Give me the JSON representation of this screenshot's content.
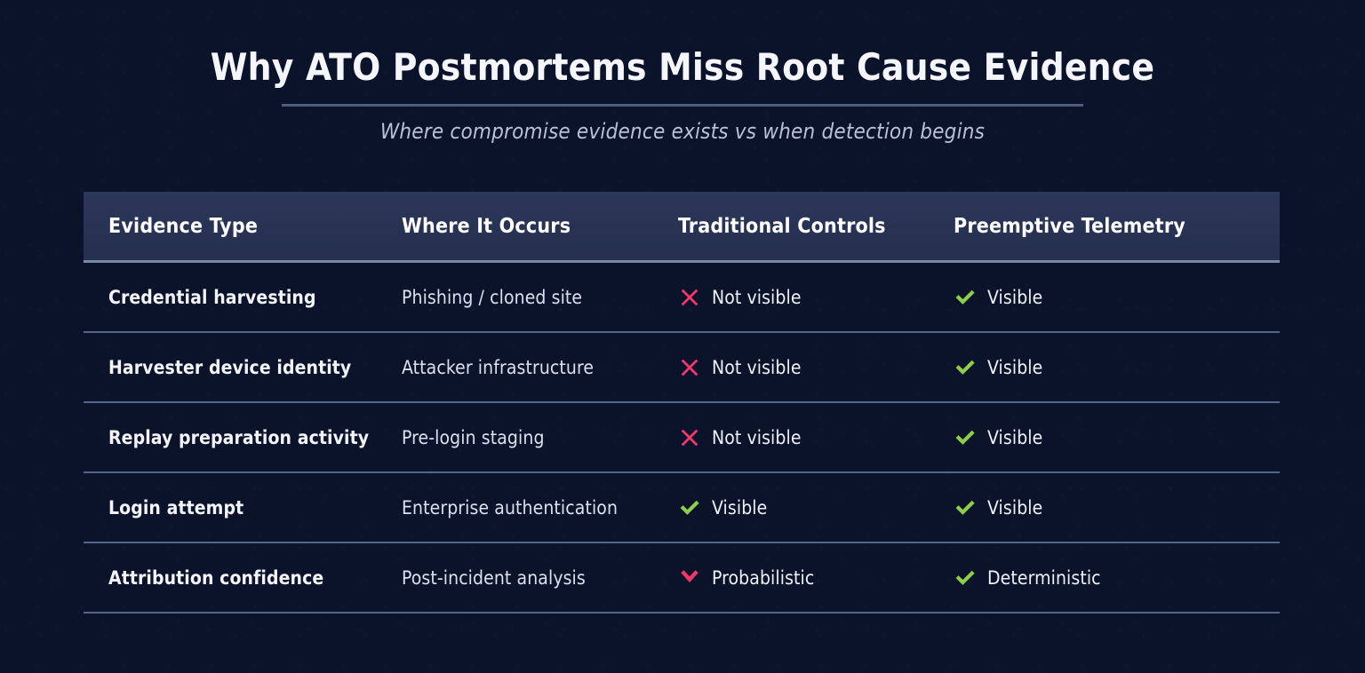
{
  "header": {
    "title": "Why ATO Postmortems Miss Root Cause Evidence",
    "subtitle": "Where compromise evidence exists vs when detection begins"
  },
  "colors": {
    "background": "#0a1329",
    "header_band": "#2b3659",
    "rule": "#5c6a8c",
    "row_divider": "#56638a",
    "title_text": "#f4f6fb",
    "subtitle_text": "#b9c1d6",
    "negative": "#f2386b",
    "positive": "#8fce4a"
  },
  "table": {
    "columns": [
      "Evidence Type",
      "Where It Occurs",
      "Traditional Controls",
      "Preemptive Telemetry"
    ],
    "rows": [
      {
        "evidence_type": "Credential harvesting",
        "where_it_occurs": "Phishing / cloned site",
        "traditional_controls": {
          "icon": "cross-icon",
          "label": "Not visible"
        },
        "preemptive_telemetry": {
          "icon": "check-icon",
          "label": "Visible"
        }
      },
      {
        "evidence_type": "Harvester device identity",
        "where_it_occurs": "Attacker infrastructure",
        "traditional_controls": {
          "icon": "cross-icon",
          "label": "Not visible"
        },
        "preemptive_telemetry": {
          "icon": "check-icon",
          "label": "Visible"
        }
      },
      {
        "evidence_type": "Replay preparation activity",
        "where_it_occurs": "Pre-login staging",
        "traditional_controls": {
          "icon": "cross-icon",
          "label": "Not visible"
        },
        "preemptive_telemetry": {
          "icon": "check-icon",
          "label": "Visible"
        }
      },
      {
        "evidence_type": "Login attempt",
        "where_it_occurs": "Enterprise authentication",
        "traditional_controls": {
          "icon": "check-icon",
          "label": "Visible"
        },
        "preemptive_telemetry": {
          "icon": "check-icon",
          "label": "Visible"
        }
      },
      {
        "evidence_type": "Attribution confidence",
        "where_it_occurs": "Post-incident analysis",
        "traditional_controls": {
          "icon": "chevron-down-icon",
          "label": "Probabilistic"
        },
        "preemptive_telemetry": {
          "icon": "check-icon",
          "label": "Deterministic"
        }
      }
    ]
  }
}
